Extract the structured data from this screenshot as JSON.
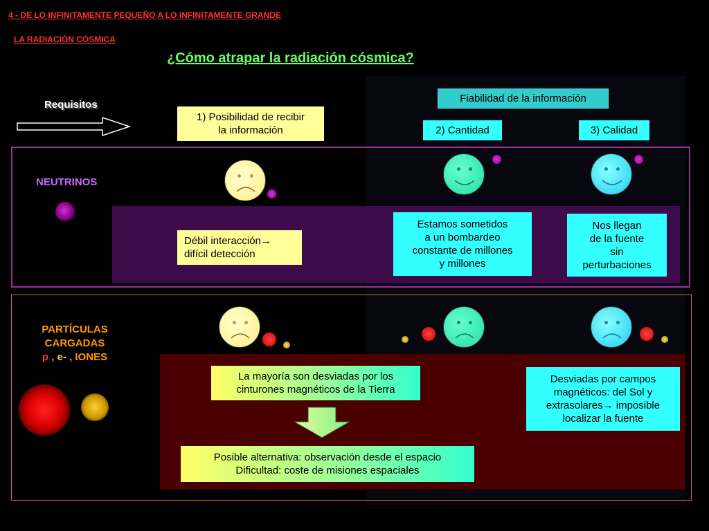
{
  "header": {
    "chapter": "4 - DE LO INFINITAMENTE PEQUEÑO A LO INFINITAMENTE GRANDE",
    "section": "LA RADIACIÓN CÓSMICA",
    "title": "¿Cómo atrapar la radiación cósmica?"
  },
  "requisitos": {
    "label": "Requisitos",
    "req1_line1": "1) Posibilidad de recibir",
    "req1_line2": "la información",
    "fiabilidad": "Fiabilidad de la información",
    "cantidad": "2) Cantidad",
    "calidad": "3) Calidad"
  },
  "neutrinos": {
    "label": "NEUTRINOS",
    "debil_line1": "Débil interacción→",
    "debil_line2": "difícil detección",
    "bombardeo": [
      "Estamos sometidos",
      "a un bombardeo",
      "constante de millones",
      "y millones"
    ],
    "llegan": [
      "Nos llegan",
      "de la fuente",
      "sin",
      "perturbaciones"
    ]
  },
  "particulas": {
    "label_line1": "PARTÍCULAS",
    "label_line2": "CARGADAS",
    "p": "p",
    "sep1": " , ",
    "e": "e-",
    "sep2": " , IONES",
    "desviadas_tierra": [
      "La mayoría son desviadas por los",
      "cinturones magnéticos de la Tierra"
    ],
    "desviadas_campos": [
      "Desviadas por campos",
      "magnéticos: del Sol y",
      "extrasolares→ imposible",
      "localizar la fuente"
    ],
    "alternativa": [
      "Posible alternativa: observación desde el espacio",
      "Dificultad: coste de misiones espaciales"
    ]
  },
  "colors": {
    "chapter": "#ff3333",
    "section": "#ff3333",
    "neutrino_frame": "#993399",
    "neutrino_band": "#3d0a4a",
    "particle_frame": "#e07020",
    "particle_band": "#4a0000",
    "neutrino_label": "#cc66ff",
    "particle_label": "#ff9900"
  }
}
